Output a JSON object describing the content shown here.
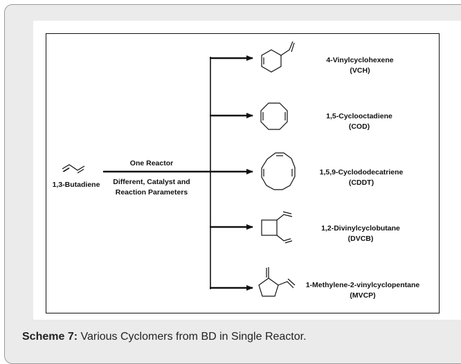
{
  "reactant": "1,3-Butadiene",
  "arrow_label_top": "One Reactor",
  "arrow_label_bottom_1": "Different, Catalyst and",
  "arrow_label_bottom_2": "Reaction Parameters",
  "products": [
    {
      "name": "4-Vinylcyclohexene",
      "abbr": "(VCH)"
    },
    {
      "name": "1,5-Cyclooctadiene",
      "abbr": "(COD)"
    },
    {
      "name": "1,5,9-Cyclododecatriene",
      "abbr": "(CDDT)"
    },
    {
      "name": "1,2-Divinylcyclobutane",
      "abbr": "(DVCB)"
    },
    {
      "name": "1-Methylene-2-vinylcyclopentane",
      "abbr": "(MVCP)"
    }
  ],
  "caption": {
    "label": "Scheme 7:",
    "text": " Various Cyclomers from BD in Single Reactor."
  }
}
